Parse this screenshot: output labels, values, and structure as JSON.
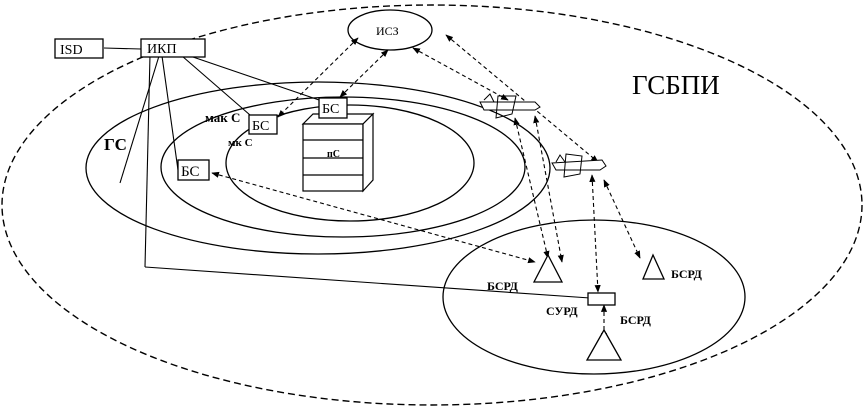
{
  "zones": {
    "gsbpi": "ГСБПИ",
    "gs": "ГС",
    "makro": "мак С",
    "mikro": "мк С",
    "piko": "пС"
  },
  "nodes": {
    "isz": "ИСЗ",
    "isd": "ISD",
    "ikp": "ИКП",
    "bs_macro": "БС",
    "bs_top": "БС",
    "bs_left": "БС",
    "bsrd_left": "БСРД",
    "bsrd_right": "БСРД",
    "bsrd_bottom": "БСРД",
    "surd": "СУРД"
  },
  "colors": {
    "line": "#000000",
    "background": "#ffffff"
  }
}
